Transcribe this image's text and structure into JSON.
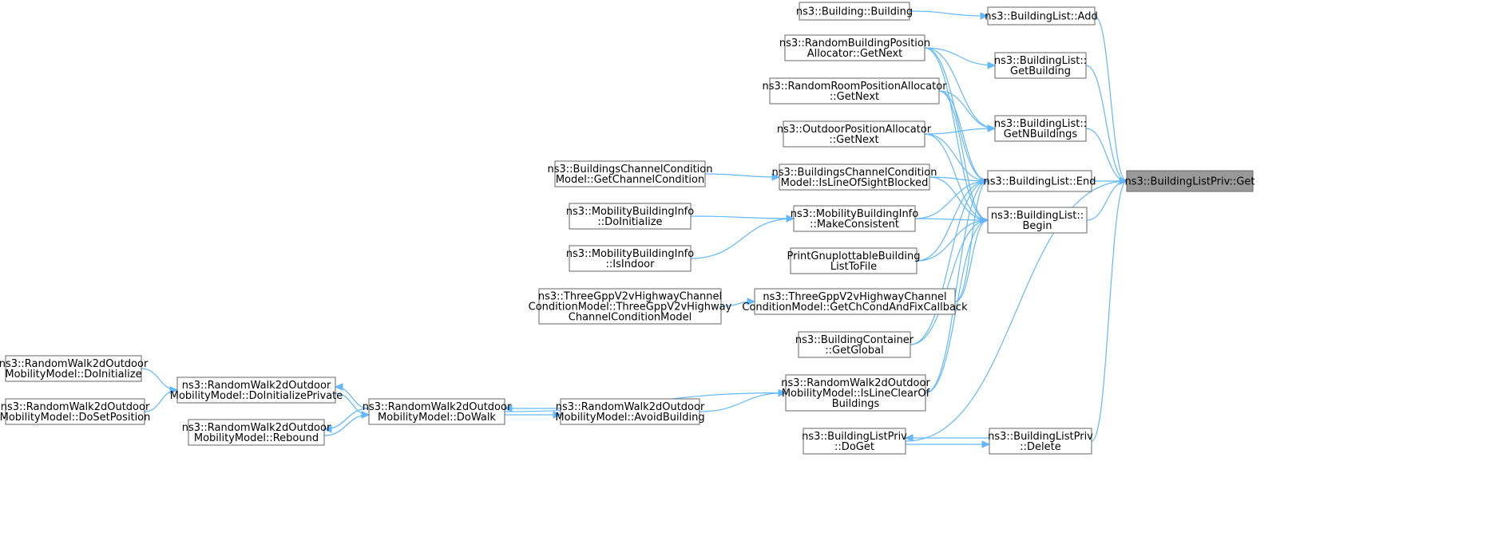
{
  "diagram": {
    "colors": {
      "edge": "#63b8ff",
      "node_border": "#666666",
      "focus_fill": "#999999",
      "node_fill": "#ffffff"
    },
    "nodes": [
      {
        "id": "get",
        "lines": [
          "ns3::BuildingListPriv::Get"
        ],
        "focus": true
      },
      {
        "id": "add",
        "lines": [
          "ns3::BuildingList::Add"
        ]
      },
      {
        "id": "getbuilding",
        "lines": [
          "ns3::BuildingList::",
          "GetBuilding"
        ]
      },
      {
        "id": "getn",
        "lines": [
          "ns3::BuildingList::",
          "GetNBuildings"
        ]
      },
      {
        "id": "end",
        "lines": [
          "ns3::BuildingList::End"
        ]
      },
      {
        "id": "begin",
        "lines": [
          "ns3::BuildingList::",
          "Begin"
        ]
      },
      {
        "id": "delete",
        "lines": [
          "ns3::BuildingListPriv",
          "::Delete"
        ]
      },
      {
        "id": "doget",
        "lines": [
          "ns3::BuildingListPriv",
          "::DoGet"
        ]
      },
      {
        "id": "bbuilding",
        "lines": [
          "ns3::Building::Building"
        ]
      },
      {
        "id": "rbpa",
        "lines": [
          "ns3::RandomBuildingPosition",
          "Allocator::GetNext"
        ]
      },
      {
        "id": "rrpa",
        "lines": [
          "ns3::RandomRoomPositionAllocator",
          "::GetNext"
        ]
      },
      {
        "id": "opa",
        "lines": [
          "ns3::OutdoorPositionAllocator",
          "::GetNext"
        ]
      },
      {
        "id": "bcc_los",
        "lines": [
          "ns3::BuildingsChannelCondition",
          "Model::IsLineOfSightBlocked"
        ]
      },
      {
        "id": "bcc_gcc",
        "lines": [
          "ns3::BuildingsChannelCondition",
          "Model::GetChannelCondition"
        ]
      },
      {
        "id": "mbi_mc",
        "lines": [
          "ns3::MobilityBuildingInfo",
          "::MakeConsistent"
        ]
      },
      {
        "id": "mbi_init",
        "lines": [
          "ns3::MobilityBuildingInfo",
          "::DoInitialize"
        ]
      },
      {
        "id": "mbi_indoor",
        "lines": [
          "ns3::MobilityBuildingInfo",
          "::IsIndoor"
        ]
      },
      {
        "id": "pgnu",
        "lines": [
          "PrintGnuplottableBuilding",
          "ListToFile"
        ]
      },
      {
        "id": "tgpp_cb",
        "lines": [
          "ns3::ThreeGppV2vHighwayChannel",
          "ConditionModel::GetChCondAndFixCallback"
        ]
      },
      {
        "id": "tgpp_ctor",
        "lines": [
          "ns3::ThreeGppV2vHighwayChannel",
          "ConditionModel::ThreeGppV2vHighway",
          "ChannelConditionModel"
        ]
      },
      {
        "id": "bc_global",
        "lines": [
          "ns3::BuildingContainer",
          "::GetGlobal"
        ]
      },
      {
        "id": "rw_clear",
        "lines": [
          "ns3::RandomWalk2dOutdoor",
          "MobilityModel::IsLineClearOf",
          "Buildings"
        ]
      },
      {
        "id": "rw_avoid",
        "lines": [
          "ns3::RandomWalk2dOutdoor",
          "MobilityModel::AvoidBuilding"
        ]
      },
      {
        "id": "rw_dowalk",
        "lines": [
          "ns3::RandomWalk2dOutdoor",
          "MobilityModel::DoWalk"
        ]
      },
      {
        "id": "rw_initp",
        "lines": [
          "ns3::RandomWalk2dOutdoor",
          "MobilityModel::DoInitializePrivate"
        ]
      },
      {
        "id": "rw_rebound",
        "lines": [
          "ns3::RandomWalk2dOutdoor",
          "MobilityModel::Rebound"
        ]
      },
      {
        "id": "rw_init",
        "lines": [
          "ns3::RandomWalk2dOutdoor",
          "MobilityModel::DoInitialize"
        ]
      },
      {
        "id": "rw_setpos",
        "lines": [
          "ns3::RandomWalk2dOutdoor",
          "MobilityModel::DoSetPosition"
        ]
      }
    ],
    "edges": [
      [
        "add",
        "get"
      ],
      [
        "getbuilding",
        "get"
      ],
      [
        "getn",
        "get"
      ],
      [
        "end",
        "get"
      ],
      [
        "begin",
        "get"
      ],
      [
        "delete",
        "get"
      ],
      [
        "doget",
        "get"
      ],
      [
        "bbuilding",
        "add"
      ],
      [
        "rbpa",
        "getbuilding"
      ],
      [
        "rbpa",
        "getn"
      ],
      [
        "rbpa",
        "end"
      ],
      [
        "rbpa",
        "begin"
      ],
      [
        "rrpa",
        "getn"
      ],
      [
        "rrpa",
        "end"
      ],
      [
        "rrpa",
        "begin"
      ],
      [
        "opa",
        "getn"
      ],
      [
        "opa",
        "end"
      ],
      [
        "opa",
        "begin"
      ],
      [
        "bcc_los",
        "end"
      ],
      [
        "bcc_los",
        "begin"
      ],
      [
        "bcc_gcc",
        "bcc_los"
      ],
      [
        "mbi_mc",
        "end"
      ],
      [
        "mbi_mc",
        "begin"
      ],
      [
        "mbi_init",
        "mbi_mc"
      ],
      [
        "mbi_indoor",
        "mbi_mc"
      ],
      [
        "pgnu",
        "end"
      ],
      [
        "pgnu",
        "begin"
      ],
      [
        "tgpp_cb",
        "end"
      ],
      [
        "tgpp_cb",
        "begin"
      ],
      [
        "tgpp_ctor",
        "tgpp_cb"
      ],
      [
        "bc_global",
        "end"
      ],
      [
        "bc_global",
        "begin"
      ],
      [
        "rw_clear",
        "end"
      ],
      [
        "rw_clear",
        "begin"
      ],
      [
        "rw_avoid",
        "rw_clear"
      ],
      [
        "rw_dowalk",
        "rw_clear"
      ],
      [
        "rw_dowalk",
        "rw_avoid"
      ],
      [
        "rw_avoid",
        "rw_dowalk"
      ],
      [
        "rw_dowalk",
        "rw_initp"
      ],
      [
        "rw_initp",
        "rw_dowalk"
      ],
      [
        "rw_dowalk",
        "rw_rebound"
      ],
      [
        "rw_rebound",
        "rw_dowalk"
      ],
      [
        "rw_init",
        "rw_initp"
      ],
      [
        "rw_setpos",
        "rw_initp"
      ],
      [
        "delete",
        "doget"
      ],
      [
        "doget",
        "delete"
      ]
    ]
  }
}
